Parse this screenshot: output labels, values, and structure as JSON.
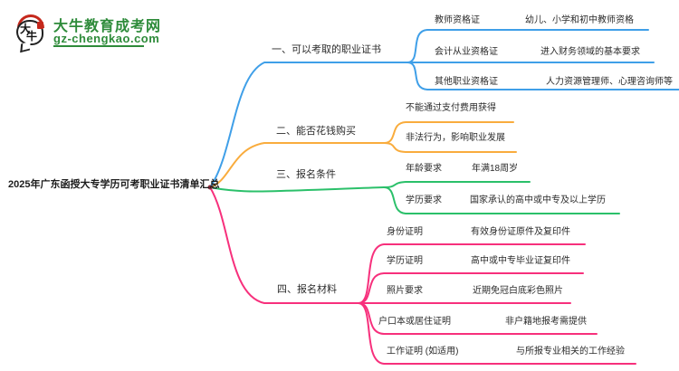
{
  "colors": {
    "blue": "#3F9FE8",
    "orange": "#F9AC3D",
    "green": "#2BC06A",
    "pink": "#F7307C",
    "brand_green": "#2E8B3A",
    "node_dot": "#8a2b3c"
  },
  "logo": {
    "brand": "大牛教育成考网",
    "domain": "gz-chengkao.com",
    "icon_chars_top": "大",
    "icon_chars_bottom": "牛"
  },
  "title": "2025年广东函授大专学历可考职业证书清单汇总",
  "branches": [
    {
      "label": "一、可以考取的职业证书",
      "color": "#3F9FE8",
      "items": [
        {
          "label": "教师资格证",
          "desc": "幼儿、小学和初中教师资格"
        },
        {
          "label": "会计从业资格证",
          "desc": "进入财务领域的基本要求"
        },
        {
          "label": "其他职业资格证",
          "desc": "人力资源管理师、心理咨询师等"
        }
      ]
    },
    {
      "label": "二、能否花钱购买",
      "color": "#F9AC3D",
      "items": [
        {
          "label": "不能通过支付费用获得",
          "desc": ""
        },
        {
          "label": "非法行为，影响职业发展",
          "desc": ""
        }
      ]
    },
    {
      "label": "三、报名条件",
      "color": "#2BC06A",
      "items": [
        {
          "label": "年龄要求",
          "desc": "年满18周岁"
        },
        {
          "label": "学历要求",
          "desc": "国家承认的高中或中专及以上学历"
        }
      ]
    },
    {
      "label": "四、报名材料",
      "color": "#F7307C",
      "items": [
        {
          "label": "身份证明",
          "desc": "有效身份证原件及复印件"
        },
        {
          "label": "学历证明",
          "desc": "高中或中专毕业证复印件"
        },
        {
          "label": "照片要求",
          "desc": "近期免冠白底彩色照片"
        },
        {
          "label": "户口本或居住证明",
          "desc": "非户籍地报考需提供"
        },
        {
          "label": "工作证明 (如适用)",
          "desc": "与所报专业相关的工作经验"
        }
      ]
    }
  ]
}
